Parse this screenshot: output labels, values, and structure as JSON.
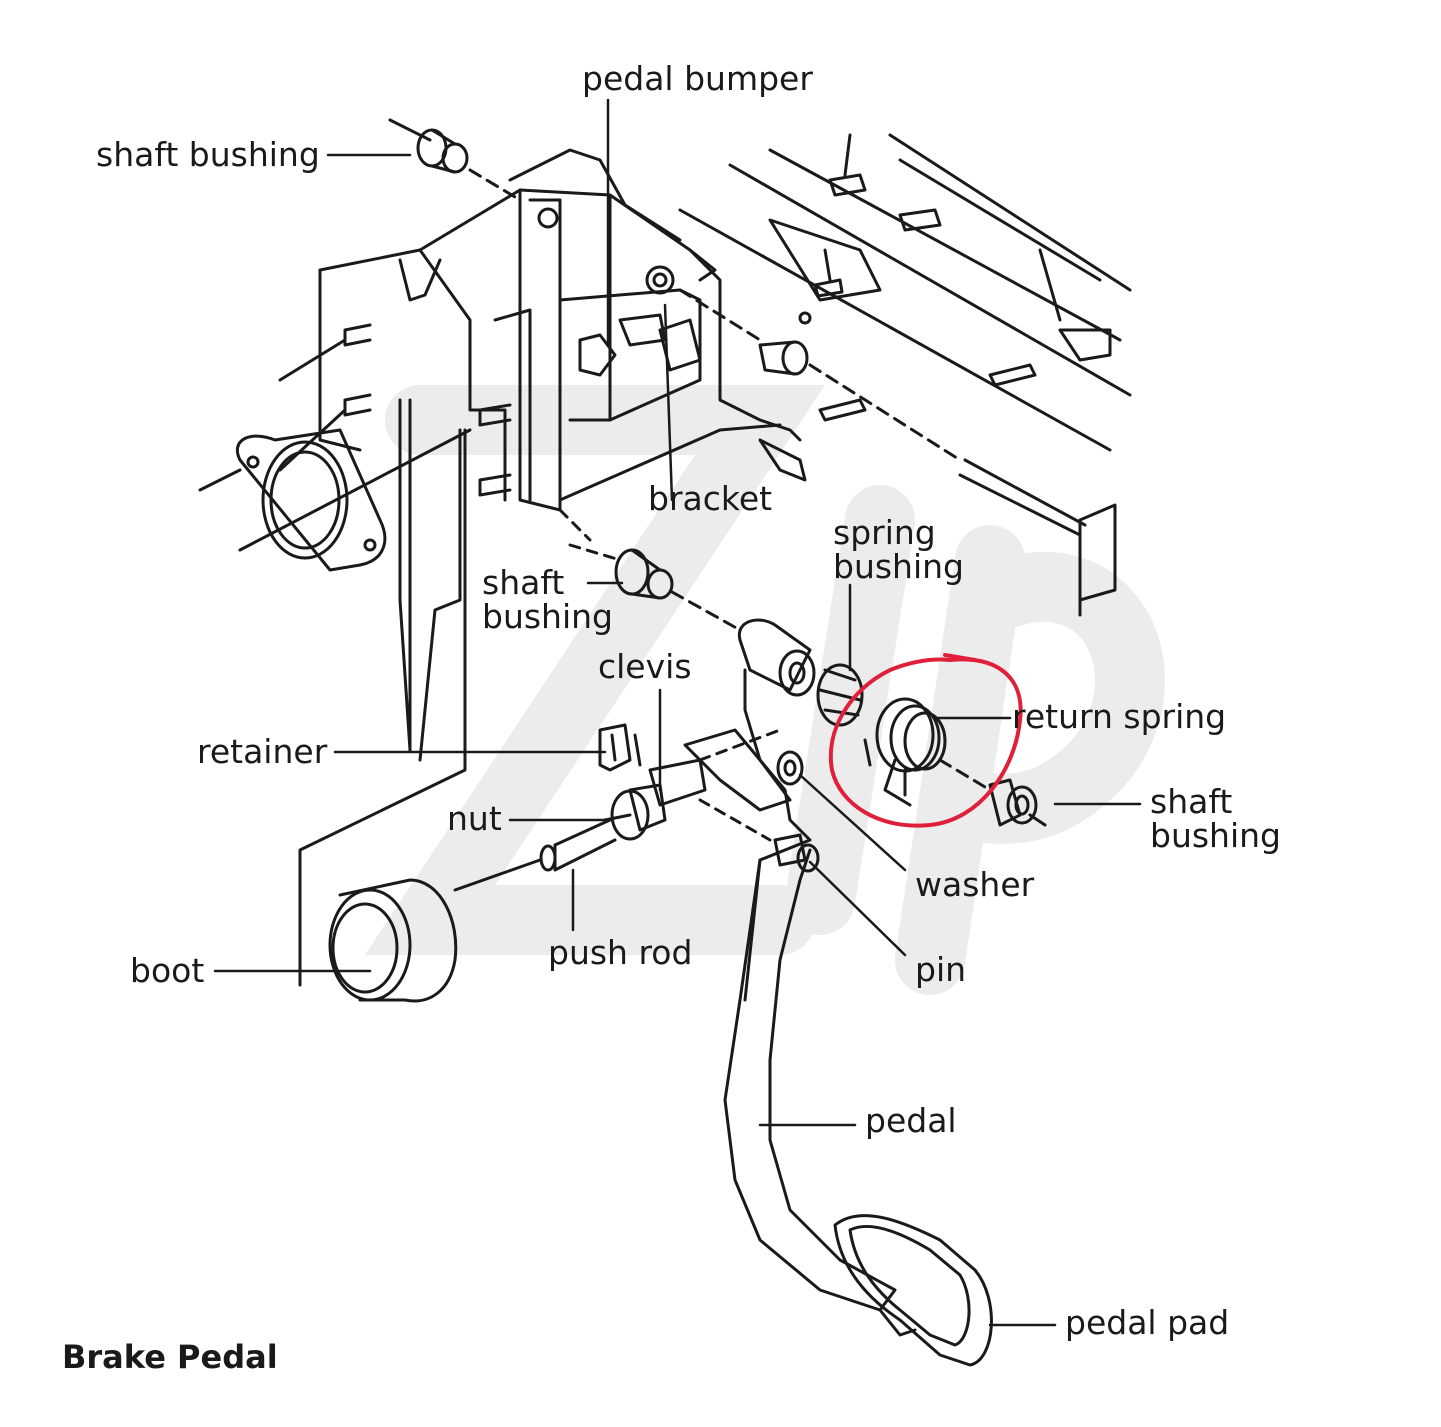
{
  "diagram": {
    "title": "Brake Pedal",
    "highlight_color": "#e0203a",
    "line_color": "#1a1a1a",
    "watermark_color": "#ececec",
    "labels": {
      "pedal_bumper": "pedal bumper",
      "shaft_bushing_top": "shaft bushing",
      "bracket": "bracket",
      "spring_bushing_1": "spring",
      "spring_bushing_2": "bushing",
      "shaft_bushing_mid_1": "shaft",
      "shaft_bushing_mid_2": "bushing",
      "clevis": "clevis",
      "return_spring": "return spring",
      "retainer": "retainer",
      "shaft_bushing_right_1": "shaft",
      "shaft_bushing_right_2": "bushing",
      "nut": "nut",
      "washer": "washer",
      "boot": "boot",
      "push_rod": "push rod",
      "pin": "pin",
      "pedal": "pedal",
      "pedal_pad": "pedal pad"
    }
  }
}
